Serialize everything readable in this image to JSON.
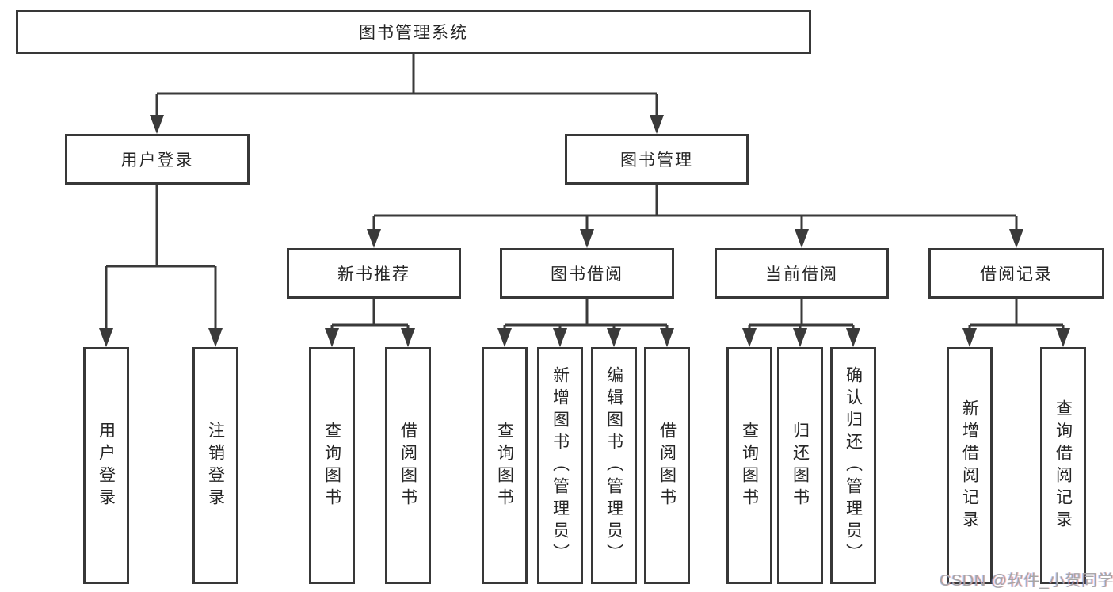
{
  "tree": {
    "label": "图书管理系统",
    "children": [
      {
        "label": "用户登录",
        "children": [
          {
            "label": "用户登录"
          },
          {
            "label": "注销登录"
          }
        ]
      },
      {
        "label": "图书管理",
        "children": [
          {
            "label": "新书推荐",
            "children": [
              {
                "label": "查询图书"
              },
              {
                "label": "借阅图书"
              }
            ]
          },
          {
            "label": "图书借阅",
            "children": [
              {
                "label": "查询图书"
              },
              {
                "label": "新增图书（管理员）"
              },
              {
                "label": "编辑图书（管理员）"
              },
              {
                "label": "借阅图书"
              }
            ]
          },
          {
            "label": "当前借阅",
            "children": [
              {
                "label": "查询图书"
              },
              {
                "label": "归还图书"
              },
              {
                "label": "确认归还（管理员）"
              }
            ]
          },
          {
            "label": "借阅记录",
            "children": [
              {
                "label": "新增借阅记录"
              },
              {
                "label": "查询借阅记录"
              }
            ]
          }
        ]
      }
    ]
  },
  "watermark": {
    "text": "CSDN @软件_小贺同学"
  },
  "colors": {
    "line": "#3a3a3a",
    "box_border": "#383838",
    "text": "#262626",
    "background": "#ffffff",
    "watermark": "#a6a6a6"
  }
}
